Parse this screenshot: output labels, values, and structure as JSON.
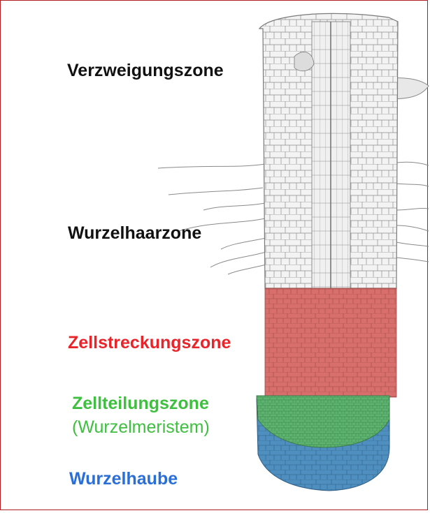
{
  "labels": {
    "verzweigungszone": "Verzweigungszone",
    "wurzelhaarzone": "Wurzelhaarzone",
    "zellstreckungszone": "Zellstreckungszone",
    "zellteilungszone": "Zellteilungszone",
    "wurzelmeristem": "(Wurzelmeristem)",
    "wurzelhaube": "Wurzelhaube"
  },
  "colors": {
    "border": "#b01e23",
    "label_dark": "#111111",
    "streckung": "#e8252b",
    "teilung": "#3fbf3f",
    "haube": "#2a6fd8",
    "streckung_fill": "#d9706e",
    "teilung_fill": "#5cb86f",
    "haube_fill": "#4f8fc0",
    "root_fill": "#f2f2f2",
    "cell_line": "#8a8a8a"
  }
}
